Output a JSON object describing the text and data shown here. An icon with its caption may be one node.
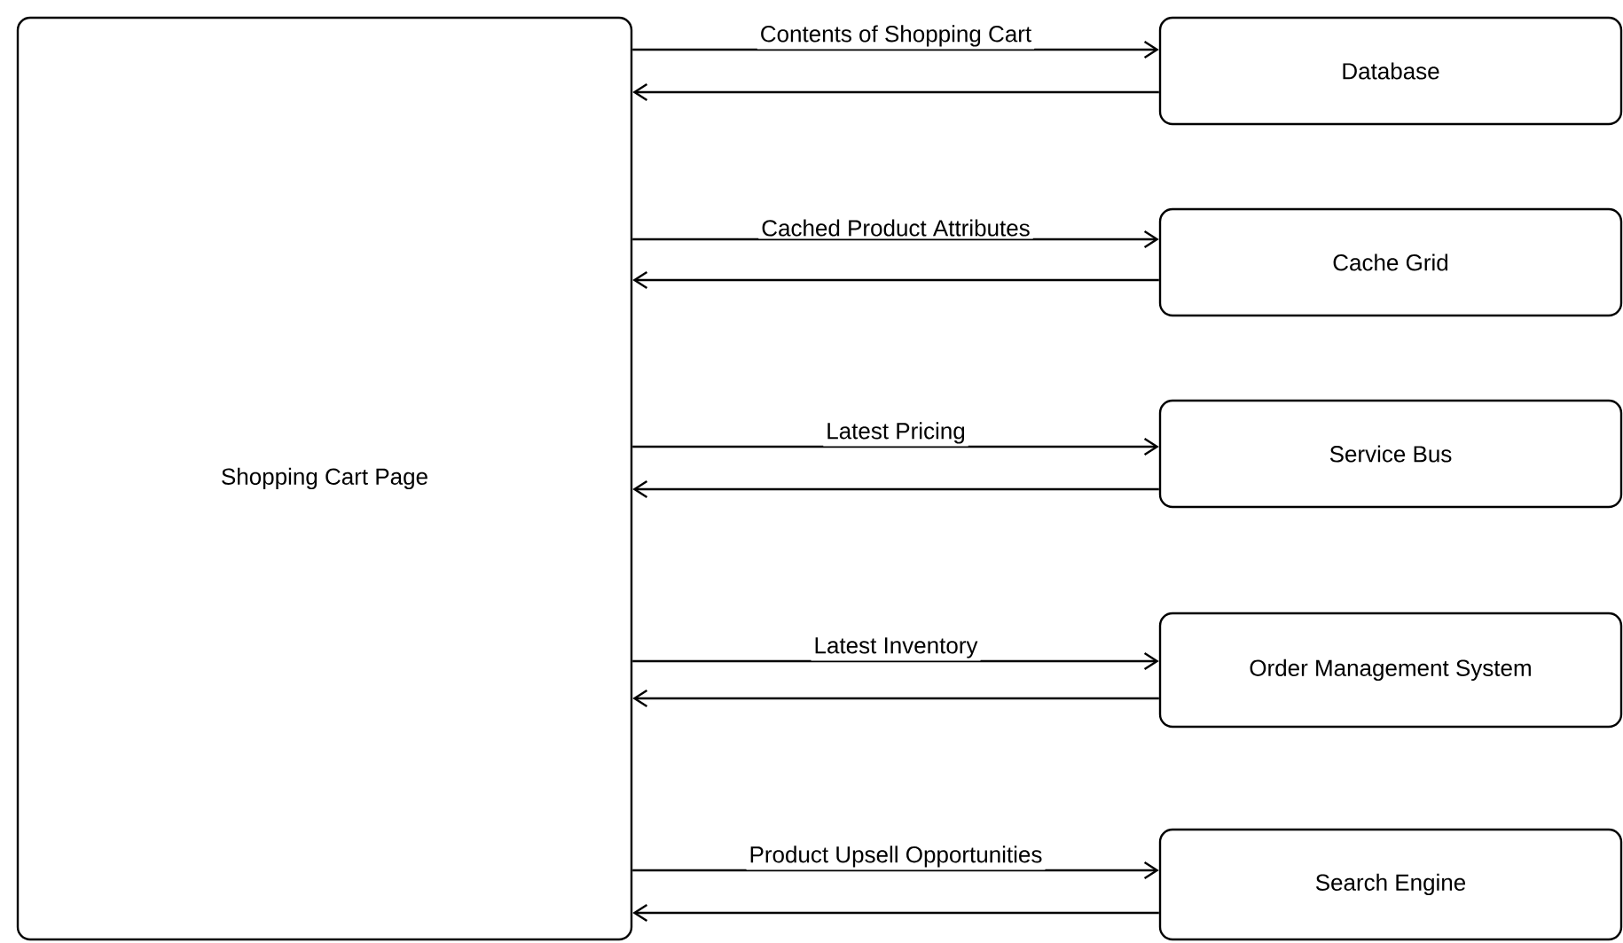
{
  "diagram": {
    "nodes": [
      {
        "text": [
          "Shopping Cart Page"
        ]
      },
      {
        "text": [
          "Database"
        ]
      },
      {
        "text": [
          "Cache Grid"
        ]
      },
      {
        "text": [
          "Service Bus"
        ]
      },
      {
        "text": [
          "Order Management System"
        ]
      },
      {
        "text": [
          "Search Engine"
        ]
      }
    ],
    "edges": [
      {
        "from": 0,
        "to": 1,
        "arrow": "to",
        "label": "Contents of Shopping Cart"
      },
      {
        "from": 1,
        "to": 0,
        "arrow": "to"
      },
      {
        "from": 0,
        "to": 2,
        "arrow": "to",
        "label": "Cached Product Attributes"
      },
      {
        "from": 2,
        "to": 0,
        "arrow": "to"
      },
      {
        "from": 0,
        "to": 3,
        "arrow": "to",
        "label": "Latest Pricing"
      },
      {
        "from": 3,
        "to": 0,
        "arrow": "to"
      },
      {
        "from": 0,
        "to": 4,
        "arrow": "to",
        "label": "Latest Inventory"
      },
      {
        "from": 4,
        "to": 0,
        "arrow": "to"
      },
      {
        "from": 0,
        "to": 5,
        "arrow": "to",
        "label": "Product Upsell Opportunities"
      },
      {
        "from": 5,
        "to": 0,
        "arrow": "to"
      }
    ]
  }
}
